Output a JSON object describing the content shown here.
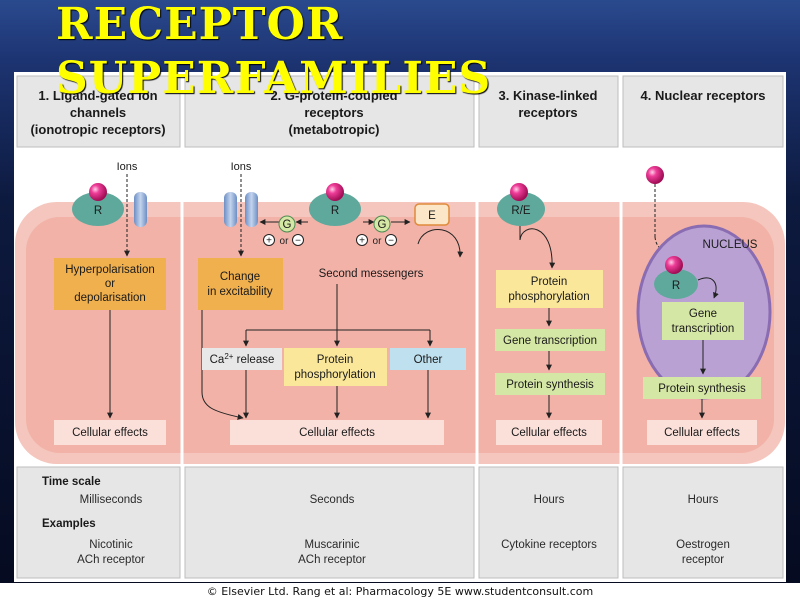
{
  "slide": {
    "title": "RECEPTOR SUPERFAMILIES"
  },
  "copyright": "© Elsevier Ltd. Rang et al: Pharmacology 5E www.studentconsult.com",
  "columns": [
    {
      "header": [
        "1. Ligand-gated ion",
        "channels",
        "(ionotropic receptors)"
      ]
    },
    {
      "header": [
        "2. G-protein-coupled",
        "receptors",
        "(metabotropic)"
      ]
    },
    {
      "header": [
        "3. Kinase-linked",
        "receptors"
      ]
    },
    {
      "header": [
        "4. Nuclear receptors"
      ]
    }
  ],
  "labels": {
    "ions": "Ions",
    "receptor": "R",
    "g_protein": "G",
    "effector": "E",
    "receptor_enzyme": "R/E",
    "plus": "+",
    "minus": "−",
    "or": "or",
    "nucleus": "NUCLEUS",
    "second_messengers": "Second messengers"
  },
  "boxes": {
    "hyperpolarisation": [
      "Hyperpolarisation",
      "or",
      "depolarisation"
    ],
    "change_excitability": [
      "Change",
      "in excitability"
    ],
    "ca_release": {
      "base": "Ca",
      "sup": "2+",
      "rest": " release"
    },
    "protein_phosphorylation_gpcr": [
      "Protein",
      "phosphorylation"
    ],
    "other": "Other",
    "protein_phosphorylation_kinase": [
      "Protein",
      "phosphorylation"
    ],
    "gene_transcription_kinase": "Gene transcription",
    "protein_synthesis_kinase": "Protein synthesis",
    "gene_transcription_nuclear": [
      "Gene",
      "transcription"
    ],
    "protein_synthesis_nuclear": "Protein synthesis",
    "cellular_effects": "Cellular effects"
  },
  "bottom": {
    "time_scale_label": "Time scale",
    "examples_label": "Examples",
    "time_scales": [
      "Milliseconds",
      "Seconds",
      "Hours",
      "Hours"
    ],
    "examples": [
      [
        "Nicotinic",
        "ACh receptor"
      ],
      [
        "Muscarinic",
        "ACh receptor"
      ],
      [
        "Cytokine receptors"
      ],
      [
        "Oestrogen",
        "receptor"
      ]
    ]
  },
  "colors": {
    "membrane": "#f4c6bd",
    "cell": "#f2b2a7",
    "orange_box": "#f0b04e",
    "yellow_box": "#fbe79a",
    "green_box": "#d5e7a4",
    "blue_box": "#bfe0ef",
    "receptor": "#5fa89c",
    "ligand": "#d81a78",
    "nucleus": "#9b7fbd",
    "title": "#ffff00"
  }
}
